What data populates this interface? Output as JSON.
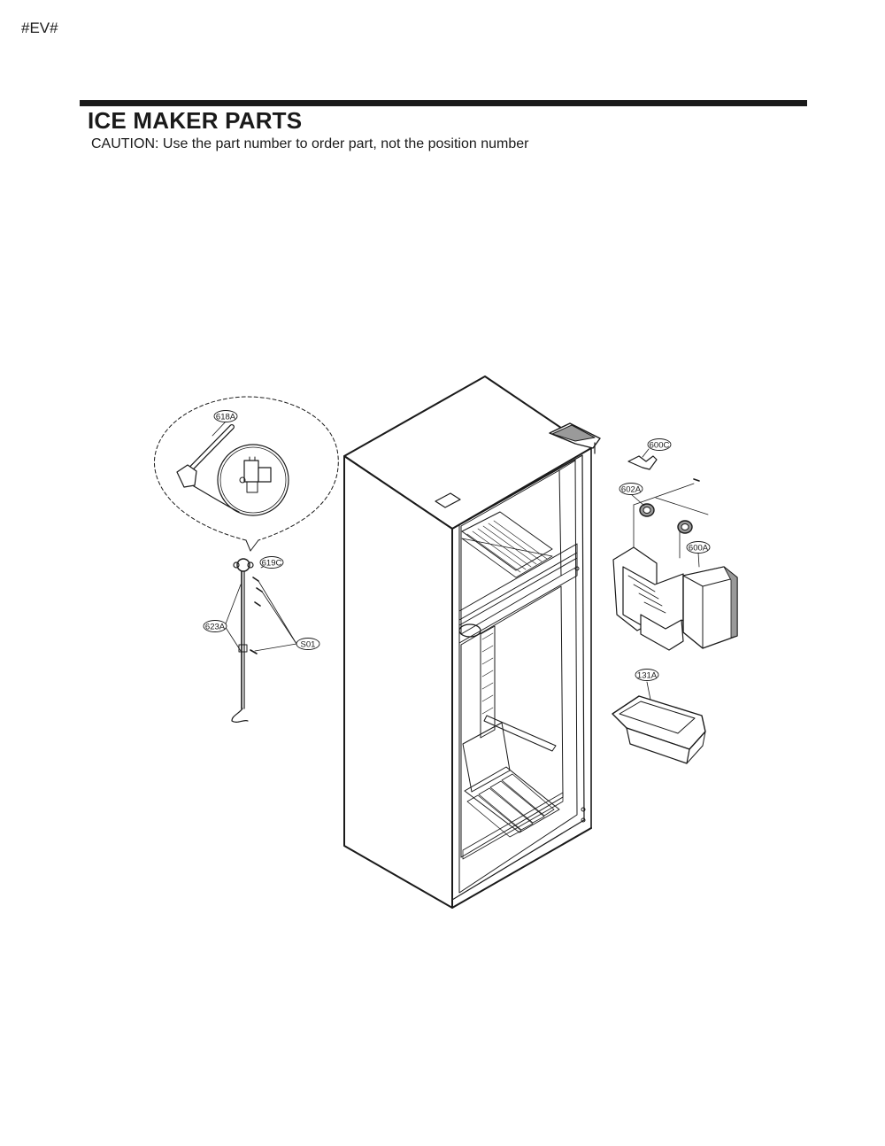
{
  "header": {
    "corner_tag": "#EV#",
    "title": "ICE MAKER PARTS",
    "caution": "CAUTION: Use the part number to order part, not the position number"
  },
  "callouts": {
    "c618A": "618A",
    "c619C": "619C",
    "c623A": "623A",
    "cS01": "S01",
    "c600C": "600C",
    "c602A": "602A",
    "c600A": "600A",
    "c131A": "131A"
  },
  "colors": {
    "ink": "#1a1a1a",
    "paper": "#ffffff",
    "shade": "#9a9a9a"
  }
}
